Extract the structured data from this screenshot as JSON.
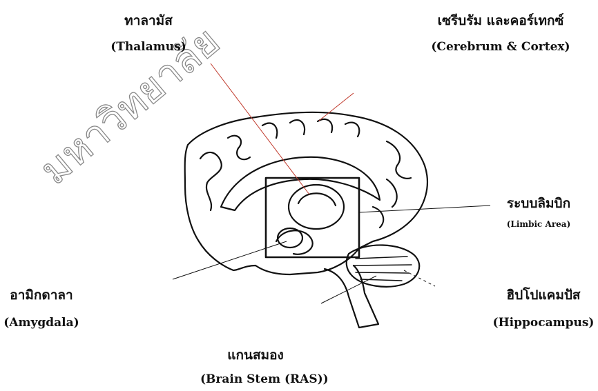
{
  "labels": {
    "thalamus": {
      "thai": "ทาลามัส",
      "english": "(Thalamus)"
    },
    "cerebrum": {
      "thai": "เซรีบรัม และคอร์เทกซ์",
      "english": "(Cerebrum & Cortex)"
    },
    "limbic": {
      "thai": "ระบบลิมบิก",
      "english": "(Limbic Area)"
    },
    "amygdala": {
      "thai": "อามิกดาลา",
      "english": "(Amygdala)"
    },
    "hippocampus": {
      "thai": "ฮิปโปแคมปัส",
      "english": "(Hippocampus)"
    },
    "brainstem": {
      "thai": "แกนสมอง",
      "english": "(Brain Stem (RAS))"
    }
  },
  "watermark": {
    "text": "มหาวิทยาลัย"
  },
  "colors": {
    "ink": "#111111",
    "red_pointer": "#c0392b",
    "watermark": "#888888"
  }
}
